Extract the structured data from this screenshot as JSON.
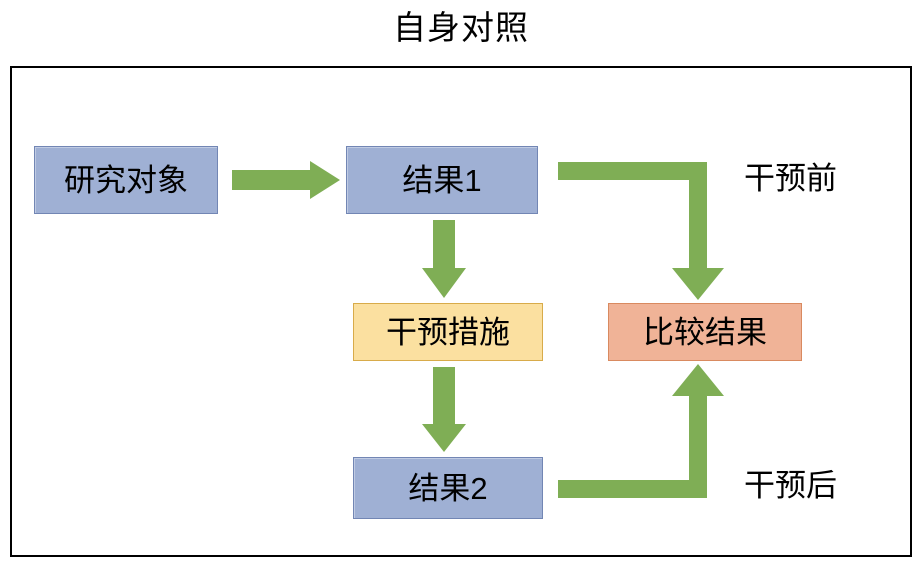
{
  "title": "自身对照",
  "diagram": {
    "type": "flowchart",
    "orientation": "left-to-right with vertical intervention chain",
    "frame": {
      "name": "diagram-border",
      "visible": true,
      "color": "#000000"
    },
    "nodes": [
      {
        "id": "subject",
        "label": "研究对象",
        "shape": "rectangle",
        "fill": "#9FB0D4",
        "border": "#7286B4",
        "text_color": "#000000"
      },
      {
        "id": "result1",
        "label": "结果1",
        "shape": "rectangle",
        "fill": "#9FB0D4",
        "border": "#7286B4",
        "text_color": "#000000"
      },
      {
        "id": "interv",
        "label": "干预措施",
        "shape": "rectangle",
        "fill": "#FBE0A0",
        "border": "#D8AB4A",
        "text_color": "#000000"
      },
      {
        "id": "result2",
        "label": "结果2",
        "shape": "rectangle",
        "fill": "#9FB0D4",
        "border": "#7286B4",
        "text_color": "#000000"
      },
      {
        "id": "compare",
        "label": "比较结果",
        "shape": "rectangle",
        "fill": "#F0B397",
        "border": "#D98A60",
        "text_color": "#000000"
      }
    ],
    "labels": [
      {
        "id": "before",
        "text": "干预前"
      },
      {
        "id": "after",
        "text": "干预后"
      }
    ],
    "edges": [
      {
        "from": "subject",
        "to": "result1",
        "style": "straight-right",
        "color": "#7FAE55"
      },
      {
        "from": "result1",
        "to": "interv",
        "style": "straight-down",
        "color": "#7FAE55"
      },
      {
        "from": "interv",
        "to": "result2",
        "style": "straight-down",
        "color": "#7FAE55"
      },
      {
        "from": "result1",
        "to": "compare",
        "style": "elbow-right-down",
        "color": "#7FAE55",
        "annotation": "干预前"
      },
      {
        "from": "result2",
        "to": "compare",
        "style": "elbow-right-up",
        "color": "#7FAE55",
        "annotation": "干预后"
      }
    ],
    "colors": {
      "arrow_green": "#7FAE55",
      "node_blue": "#9FB0D4",
      "node_gold": "#FBE0A0",
      "node_salmon": "#F0B397",
      "frame_black": "#000000",
      "background": "#FFFFFF"
    }
  }
}
